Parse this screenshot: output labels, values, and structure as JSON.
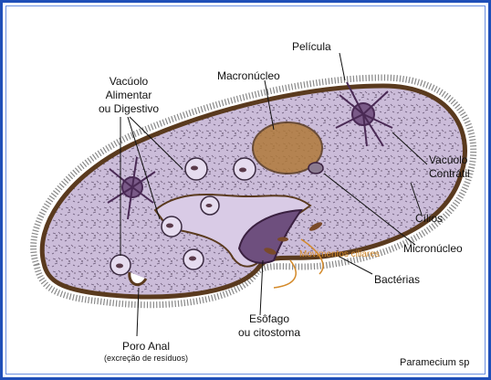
{
  "labels": {
    "pelicula": "Película",
    "macronucleo": "Macronúcleo",
    "vacuolo_alimentar_1": "Vacúolo",
    "vacuolo_alimentar_2": "Alimentar",
    "vacuolo_alimentar_3": "ou Digestivo",
    "vacuolo_contratil_1": "Vacúolo",
    "vacuolo_contratil_2": "Contrátil",
    "cilios": "Cílios",
    "micronucleo": "Micronúcleo",
    "movimentos_ciliares": "Movimentos ciliares",
    "bacterias": "Bactérias",
    "esofago_1": "Esôfago",
    "esofago_2": "ou citostoma",
    "poro_anal": "Poro Anal",
    "poro_anal_sub": "(excreção de resíduos)",
    "species": "Paramecium sp"
  },
  "colors": {
    "frame_border": "#1f4fb8",
    "cytoplasm": "#c9b9d8",
    "membrane": "#5a3a1e",
    "macronucleus": "#b07a3a",
    "vacuole_contractile": "#7a5a88",
    "cilia_label": "#d48a2a"
  }
}
